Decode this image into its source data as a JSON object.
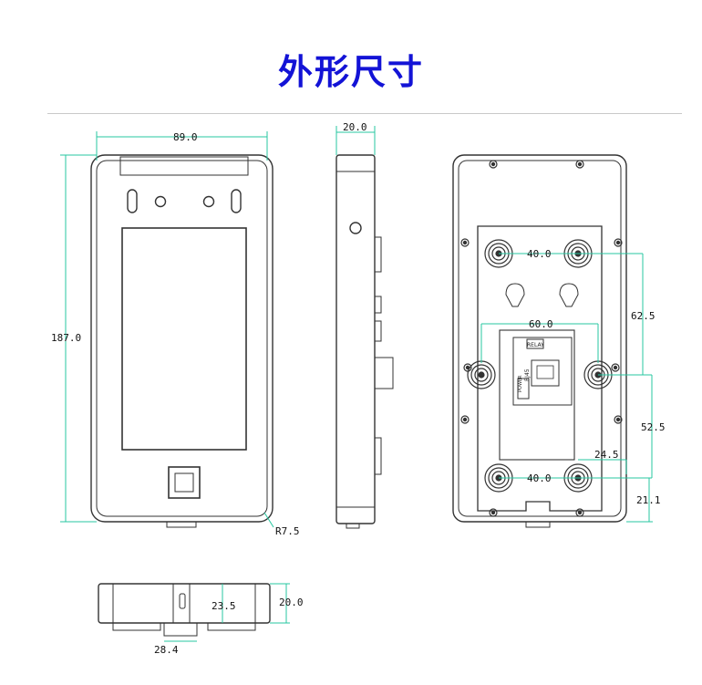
{
  "title": "外形尺寸",
  "colors": {
    "title": "#1313d6",
    "dimension": "#27c7a1",
    "line": "#333333"
  },
  "dimensions": {
    "front_width": "89.0",
    "front_height": "187.0",
    "corner_radius": "R7.5",
    "side_depth": "20.0",
    "rear_hole_h_top": "40.0",
    "rear_hole_v_top": "62.5",
    "rear_hole_h_mid": "60.0",
    "rear_hole_v_mid": "52.5",
    "rear_hole_offset": "24.5",
    "rear_hole_h_bottom": "40.0",
    "rear_bottom_margin": "21.1",
    "bottom_inner": "23.5",
    "bottom_depth": "20.0",
    "bottom_width": "28.4"
  },
  "labels": {
    "port_rj45": "RJ45",
    "port_relay": "RELAY",
    "port_power": "POWER"
  }
}
